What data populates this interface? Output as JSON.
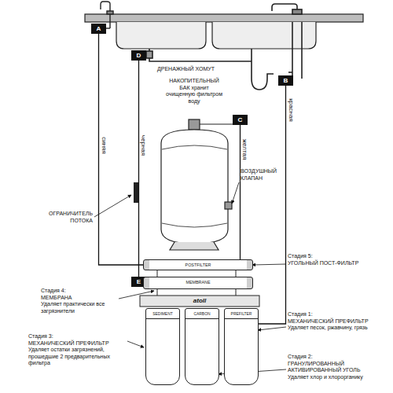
{
  "diagram": {
    "nodes": [
      {
        "text": [
          "A"
        ]
      },
      {
        "text": [
          "D"
        ]
      },
      {
        "text": [
          "B"
        ]
      },
      {
        "text": [
          "C"
        ]
      },
      {
        "text": [
          "POSTFILTER"
        ]
      },
      {
        "text": [
          "E"
        ]
      },
      {
        "text": [
          "MEMBRANE"
        ]
      },
      {
        "text": [
          "SEDIMENT"
        ]
      },
      {
        "text": [
          "CARBON"
        ]
      },
      {
        "text": [
          "PREFILTER"
        ]
      }
    ],
    "edges": [
      {
        "from": 0,
        "to": 4,
        "arrow": "none",
        "label": "синяя"
      },
      {
        "from": 1,
        "to": 5,
        "arrow": "none",
        "label": "черная"
      },
      {
        "from": 3,
        "to": 4,
        "arrow": "none",
        "label": "желтая"
      },
      {
        "from": 2,
        "to": 9,
        "arrow": "none",
        "label": "красная"
      }
    ],
    "labels": [
      "ДРЕНАЖНЫЙ ХОМУТ",
      "НАКОПИТЕЛЬНЫЙ БАК хранит очищенную фильтром воду",
      "ВОЗДУШНЫЙ КЛАПАН",
      "ОГРАНИЧИТЕЛЬ ПОТОКА",
      "Стадия 5:",
      "УГОЛЬНЫЙ ПОСТ-ФИЛЬТР",
      "Стадия 4:",
      "МЕМБРАНА",
      "Удаляет практически все загрязнители",
      "Стадия 1:",
      "МЕХАНИЧЕСКИЙ ПРЕФИЛЬТР",
      "Удаляет песок, ржавчину, грязь",
      "Стадия 3:",
      "МЕХАНИЧЕСКИЙ ПРЕФИЛЬТР",
      "Удаляет остатки загрязнений, прошедшие 2 предварительных фильтра",
      "Стадия 2:",
      "ГРАНУЛИРОВАННЫЙ АКТИВИРОВАННЫЙ УГОЛЬ",
      "Удаляет хлор и хлорорганику",
      "atoll"
    ]
  }
}
